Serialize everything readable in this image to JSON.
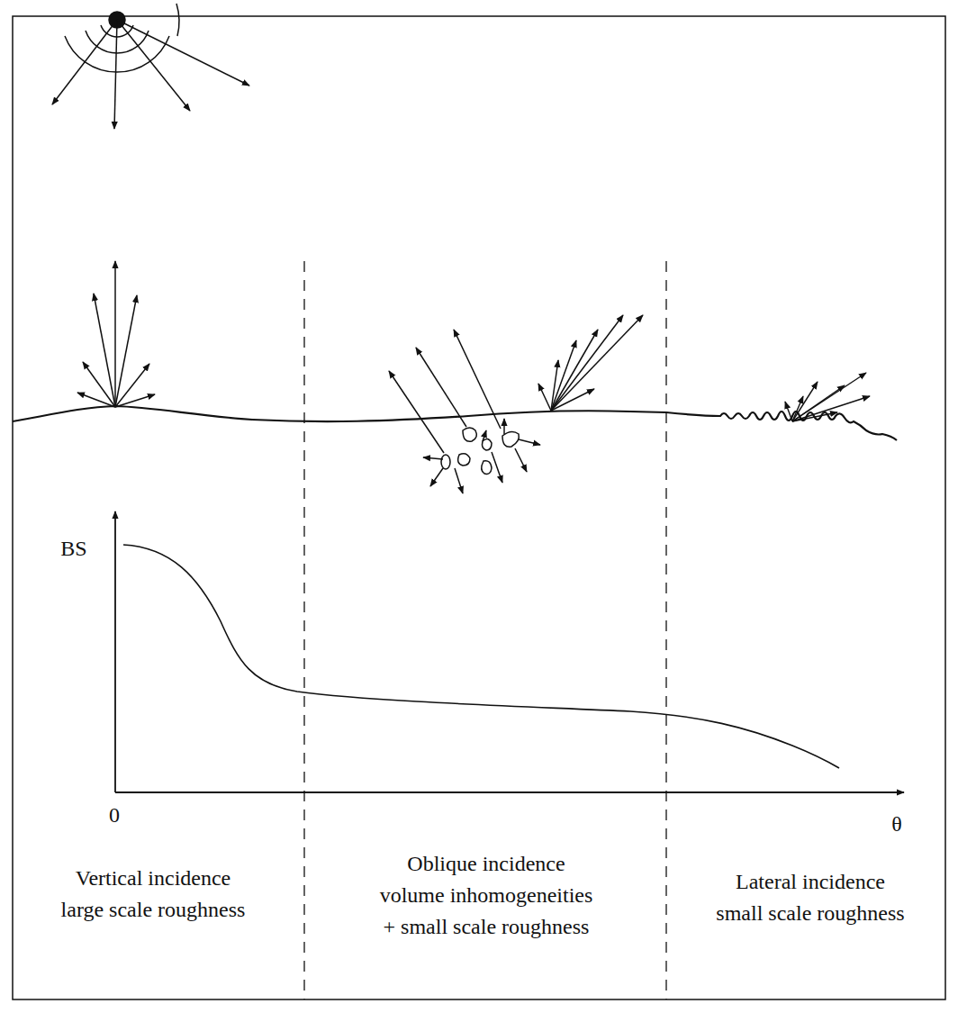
{
  "diagram": {
    "labels": [
      "BS",
      "0",
      "θ",
      "Vertical incidence large scale roughness",
      "Oblique incidence volume inhomogeneities + small scale roughness",
      "Lateral incidence small scale roughness"
    ]
  }
}
